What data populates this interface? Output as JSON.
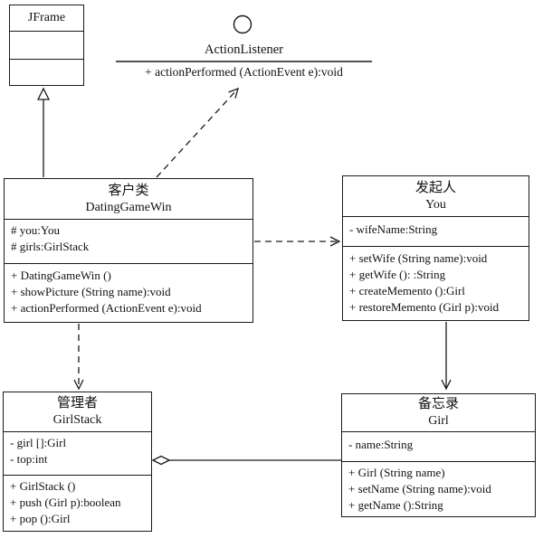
{
  "colors": {
    "line": "#1a1a1a",
    "background": "#ffffff",
    "text": "#111111"
  },
  "interface": {
    "icon": "interface-lollipop-circle-icon",
    "name": "ActionListener",
    "method": "+ actionPerformed (ActionEvent e):void"
  },
  "classes": {
    "jframe": {
      "name": "JFrame",
      "attributes": [],
      "methods": []
    },
    "client": {
      "stereotype": "客户类",
      "name": "DatingGameWin",
      "attributes": [
        "# you:You",
        "# girls:GirlStack"
      ],
      "methods": [
        "+ DatingGameWin ()",
        "+ showPicture (String name):void",
        "+ actionPerformed (ActionEvent e):void"
      ]
    },
    "originator": {
      "stereotype": "发起人",
      "name": "You",
      "attributes": [
        "- wifeName:String"
      ],
      "methods": [
        "+ setWife (String name):void",
        "+ getWife (): :String",
        "+ createMemento ():Girl",
        "+ restoreMemento (Girl p):void"
      ]
    },
    "caretaker": {
      "stereotype": "管理者",
      "name": "GirlStack",
      "attributes": [
        "- girl []:Girl",
        "- top:int"
      ],
      "methods": [
        "+ GirlStack ()",
        "+ push (Girl p):boolean",
        "+ pop ():Girl"
      ]
    },
    "memento": {
      "stereotype": "备忘录",
      "name": "Girl",
      "attributes": [
        "- name:String"
      ],
      "methods": [
        "+ Girl (String name)",
        "+ setName (String name):void",
        "+ getName ():String"
      ]
    }
  },
  "relationships": [
    {
      "type": "generalization",
      "from": "DatingGameWin",
      "to": "JFrame",
      "style": "solid-hollow-triangle"
    },
    {
      "type": "realization",
      "from": "DatingGameWin",
      "to": "ActionListener",
      "style": "dashed-open-arrow"
    },
    {
      "type": "dependency",
      "from": "DatingGameWin",
      "to": "You",
      "style": "dashed-open-arrow"
    },
    {
      "type": "dependency",
      "from": "DatingGameWin",
      "to": "GirlStack",
      "style": "dashed-open-arrow"
    },
    {
      "type": "directed-association",
      "from": "You",
      "to": "Girl",
      "style": "solid-open-arrow"
    },
    {
      "type": "aggregation",
      "whole": "GirlStack",
      "part": "Girl",
      "style": "solid-hollow-diamond"
    }
  ]
}
